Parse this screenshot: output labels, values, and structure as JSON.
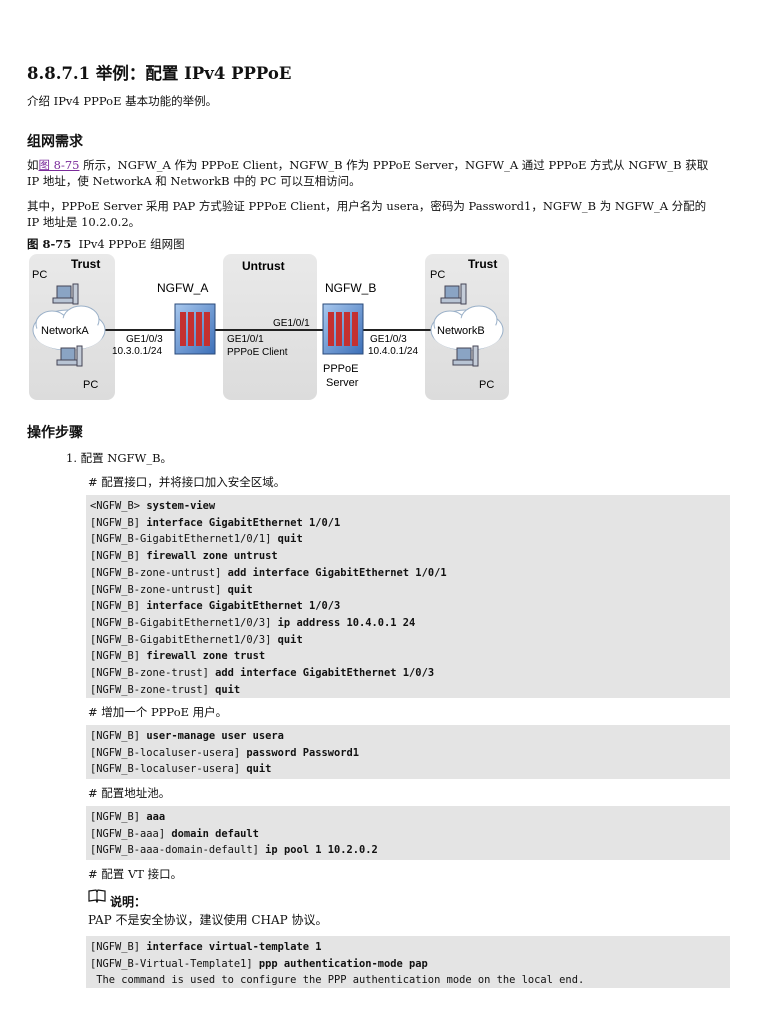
{
  "heading": "8.8.7.1  举例：配置 IPv4 PPPoE",
  "intro": "介绍 IPv4 PPPoE 基本功能的举例。",
  "section1": "组网需求",
  "para1": {
    "line1_pre": "如",
    "line1_link": "图 8-75",
    "line1_post": " 所示，NGFW_A 作为 PPPoE Client，NGFW_B 作为 PPPoE Server，NGFW_A 通过 PPPoE 方式从 NGFW_B 获取",
    "line2": "IP 地址，使 NetworkA 和 NetworkB 中的 PC 可以互相访问。"
  },
  "para2": {
    "line1": "其中，PPPoE Server 采用 PAP 方式验证 PPPoE Client，用户名为 usera，密码为 Password1，NGFW_B 为 NGFW_A 分配的",
    "line2": "IP 地址是 10.2.0.2。"
  },
  "figure": {
    "caption_num": "图 8-75",
    "caption_text": "IPv4 PPPoE 组网图",
    "zone_left": "Trust",
    "zone_mid": "Untrust",
    "zone_right": "Trust",
    "pc_tl": "PC",
    "pc_bl": "PC",
    "pc_tr": "PC",
    "pc_br": "PC",
    "network_a": "NetworkA",
    "network_b": "NetworkB",
    "ngfw_a": "NGFW_A",
    "ngfw_b": "NGFW_B",
    "a_ge103": "GE1/0/3",
    "a_ip": "10.3.0.1/24",
    "a_ge101": "GE1/0/1",
    "a_client": "PPPoE Client",
    "b_ge101": "GE1/0/1",
    "b_ge103": "GE1/0/3",
    "b_ip": "10.4.0.1/24",
    "b_pppoe": "PPPoE",
    "b_server": "Server"
  },
  "section2": "操作步骤",
  "step1": "1.   配置 NGFW_B。",
  "sub1": "# 配置接口，并将接口加入安全区域。",
  "code1": [
    {
      "p": "<NGFW_B> ",
      "c": "system-view"
    },
    {
      "p": "[NGFW_B] ",
      "c": "interface GigabitEthernet 1/0/1"
    },
    {
      "p": "[NGFW_B-GigabitEthernet1/0/1] ",
      "c": "quit"
    },
    {
      "p": "[NGFW_B] ",
      "c": "firewall zone untrust"
    },
    {
      "p": "[NGFW_B-zone-untrust] ",
      "c": "add interface GigabitEthernet 1/0/1"
    },
    {
      "p": "[NGFW_B-zone-untrust] ",
      "c": "quit"
    },
    {
      "p": "[NGFW_B] ",
      "c": "interface GigabitEthernet 1/0/3"
    },
    {
      "p": "[NGFW_B-GigabitEthernet1/0/3] ",
      "c": "ip address 10.4.0.1 24"
    },
    {
      "p": "[NGFW_B-GigabitEthernet1/0/3] ",
      "c": "quit"
    },
    {
      "p": "[NGFW_B] ",
      "c": "firewall zone trust"
    },
    {
      "p": "[NGFW_B-zone-trust] ",
      "c": "add interface GigabitEthernet 1/0/3"
    },
    {
      "p": "[NGFW_B-zone-trust] ",
      "c": "quit"
    }
  ],
  "sub2": "# 增加一个 PPPoE 用户。",
  "code2": [
    {
      "p": "[NGFW_B] ",
      "c": "user-manage user usera"
    },
    {
      "p": "[NGFW_B-localuser-usera] ",
      "c": "password Password1"
    },
    {
      "p": "[NGFW_B-localuser-usera] ",
      "c": "quit"
    }
  ],
  "sub3": "# 配置地址池。",
  "code3": [
    {
      "p": "[NGFW_B] ",
      "c": "aaa"
    },
    {
      "p": "[NGFW_B-aaa] ",
      "c": "domain default"
    },
    {
      "p": "[NGFW_B-aaa-domain-default] ",
      "c": "ip pool 1 10.2.0.2"
    }
  ],
  "sub4": "# 配置 VT 接口。",
  "note_title": "说明：",
  "note_text": "PAP 不是安全协议，建议使用 CHAP 协议。",
  "code4": [
    {
      "p": "[NGFW_B] ",
      "c": "interface virtual-template 1"
    },
    {
      "p": "[NGFW_B-Virtual-Template1] ",
      "c": "ppp authentication-mode pap"
    },
    {
      "p": " The command is used to configure the PPP authentication mode on the local end.",
      "c": ""
    }
  ]
}
